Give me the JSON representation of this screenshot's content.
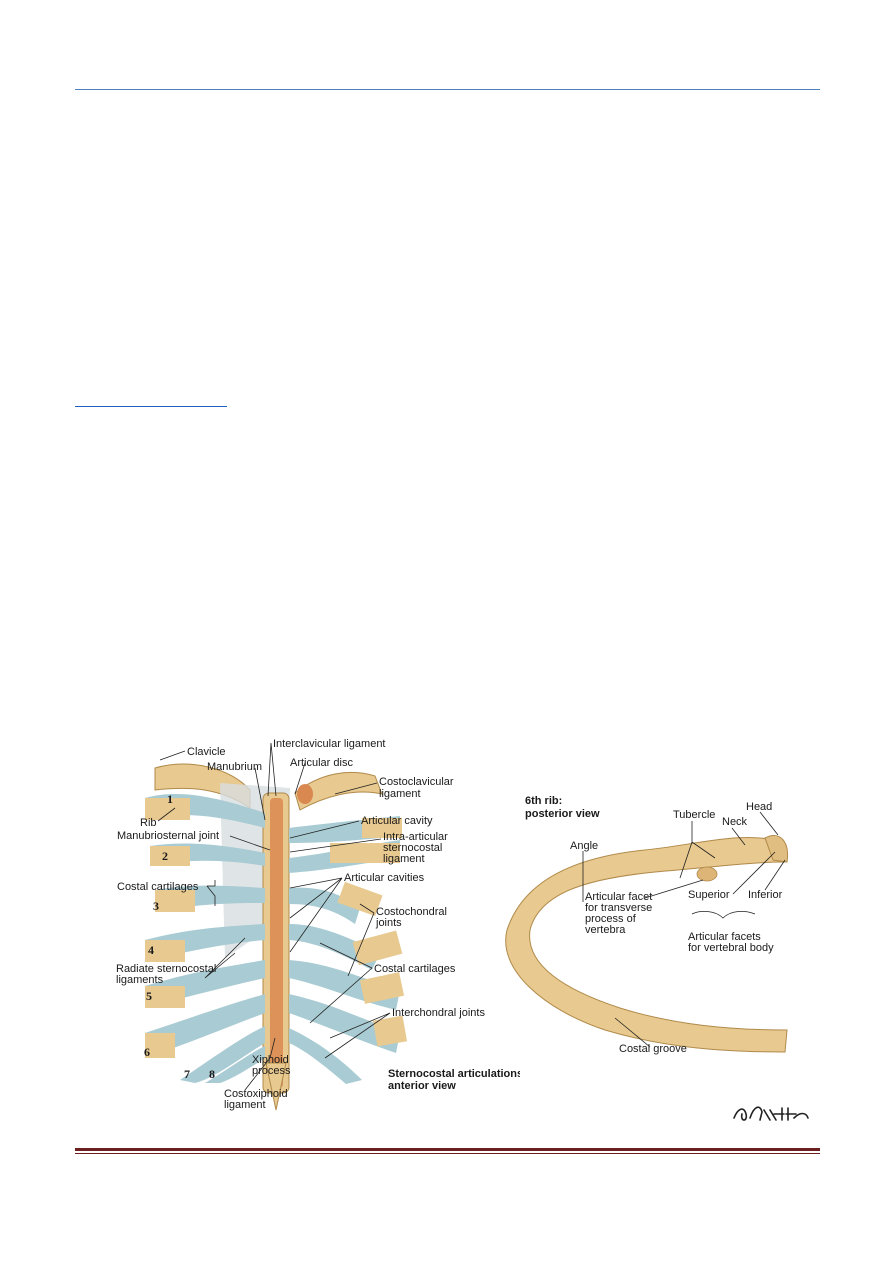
{
  "figure": {
    "sternocostal": {
      "caption_line1": "Sternocostal articulations:",
      "caption_line2": "anterior view",
      "labels": {
        "clavicle": "Clavicle",
        "interclavicular": "Interclavicular ligament",
        "manubrium": "Manubrium",
        "articular_disc": "Articular disc",
        "costoclavicular_1": "Costoclavicular",
        "costoclavicular_2": "ligament",
        "rib": "Rib",
        "manubriosternal": "Manubriosternal joint",
        "articular_cavity": "Articular cavity",
        "intra_articular_1": "Intra-articular",
        "intra_articular_2": "sternocostal",
        "intra_articular_3": "ligament",
        "costal_cartilages_left": "Costal cartilages",
        "articular_cavities": "Articular cavities",
        "costochondral_1": "Costochondral",
        "costochondral_2": "joints",
        "radiate_1": "Radiate sternocostal",
        "radiate_2": "ligaments",
        "costal_cartilages_right": "Costal cartilages",
        "interchondral": "Interchondral joints",
        "xiphoid_1": "Xiphoid",
        "xiphoid_2": "process",
        "costoxiphoid_1": "Costoxiphoid",
        "costoxiphoid_2": "ligament"
      },
      "rib_numbers": [
        "1",
        "2",
        "3",
        "4",
        "5",
        "6",
        "7",
        "8"
      ]
    },
    "rib6": {
      "title_line1": "6th rib:",
      "title_line2": "posterior view",
      "labels": {
        "tubercle": "Tubercle",
        "head": "Head",
        "neck": "Neck",
        "angle": "Angle",
        "facet_1": "Articular facet",
        "facet_2": "for transverse",
        "facet_3": "process of",
        "facet_4": "vertebra",
        "superior": "Superior",
        "inferior": "Inferior",
        "facets_body_1": "Articular facets",
        "facets_body_2": "for vertebral body",
        "costal_groove": "Costal groove"
      }
    },
    "signature": "F. Netter"
  },
  "colors": {
    "header_rule": "#4f81bd",
    "footer_rule": "#6b1f1f",
    "bone": "#e8c98f",
    "cartilage": "#a9cbd3",
    "marrow": "#d9884f"
  }
}
